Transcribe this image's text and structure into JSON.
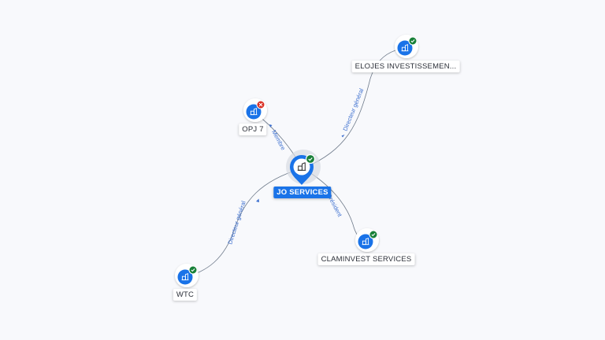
{
  "nodes": [
    {
      "id": "jo",
      "label": "JO SERVICES",
      "status": "active",
      "main": true,
      "icon": "company-icon"
    },
    {
      "id": "elojes",
      "label": "ELOJES INVESTISSEMEN...",
      "status": "active",
      "icon": "company-icon"
    },
    {
      "id": "opj7",
      "label": "OPJ 7",
      "status": "closed",
      "icon": "company-icon"
    },
    {
      "id": "claminvest",
      "label": "CLAMINVEST SERVICES",
      "status": "active",
      "icon": "company-icon"
    },
    {
      "id": "wtc",
      "label": "WTC",
      "status": "active",
      "icon": "company-icon"
    }
  ],
  "edges": [
    {
      "from": "jo",
      "to": "elojes",
      "label": "Directeur général"
    },
    {
      "from": "jo",
      "to": "opj7",
      "label": "Membre"
    },
    {
      "from": "jo",
      "to": "claminvest",
      "label": "Président"
    },
    {
      "from": "jo",
      "to": "wtc",
      "label": "Directeur général"
    }
  ],
  "colors": {
    "accent": "#1a73e8",
    "active": "#188038",
    "closed": "#d93025",
    "edge": "#6e7a8a",
    "edge_label": "#3c6fcf"
  }
}
